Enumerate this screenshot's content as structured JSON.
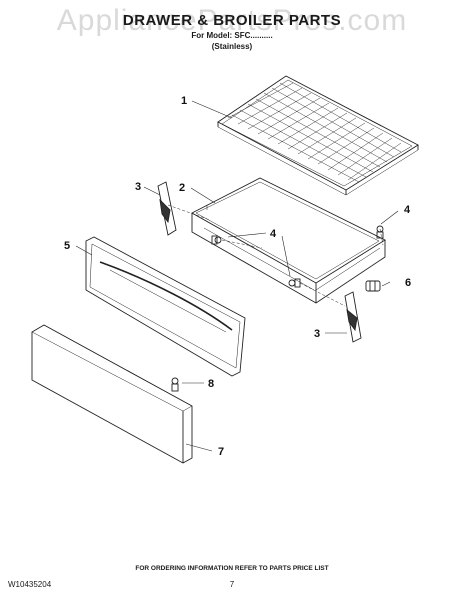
{
  "watermark": "AppliancePartsPros.com",
  "title": "DRAWER & BROILER PARTS",
  "model_line": "For Model: SFC..........",
  "finish": "(Stainless)",
  "callouts": {
    "c1": "1",
    "c2": "2",
    "c3a": "3",
    "c3b": "3",
    "c4a": "4",
    "c4b": "4",
    "c5": "5",
    "c6": "6",
    "c7": "7",
    "c8": "8"
  },
  "footer": {
    "ordering_note": "FOR ORDERING INFORMATION REFER TO PARTS PRICE LIST",
    "document_number": "W10435204",
    "page_number": "7"
  }
}
